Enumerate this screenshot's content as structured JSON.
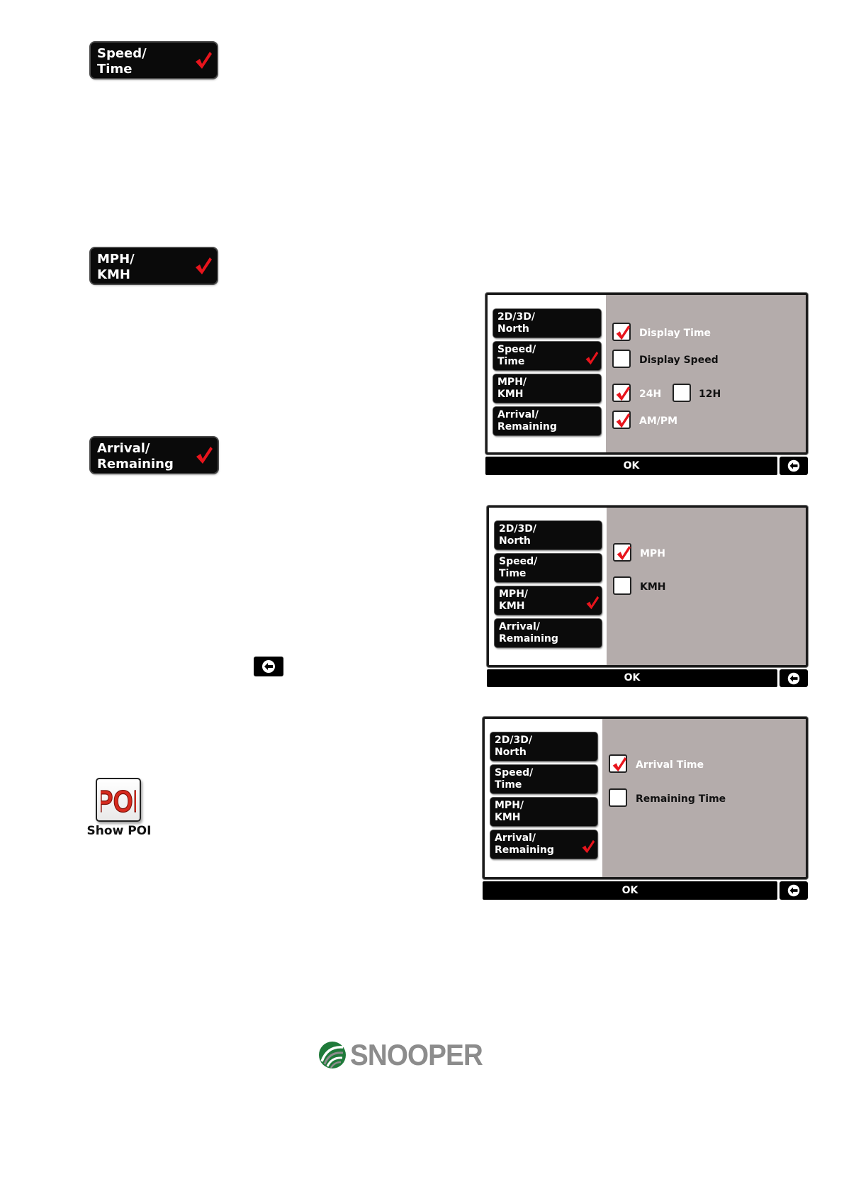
{
  "buttons": {
    "speed_time": [
      "Speed/",
      "Time"
    ],
    "mph_kmh": [
      "MPH/",
      "KMH"
    ],
    "arrival_remaining": [
      "Arrival/",
      "Remaining"
    ]
  },
  "menu": {
    "item_2d3d": [
      "2D/3D/",
      "North"
    ],
    "item_speed": [
      "Speed/",
      "Time"
    ],
    "item_mph": [
      "MPH/",
      "KMH"
    ],
    "item_arrival": [
      "Arrival/",
      "Remaining"
    ]
  },
  "screen_speed_time": {
    "options": {
      "display_time": {
        "label": "Display Time",
        "checked": true
      },
      "display_speed": {
        "label": "Display Speed",
        "checked": false
      },
      "h24": {
        "label": "24H",
        "checked": true
      },
      "h12": {
        "label": "12H",
        "checked": false
      },
      "ampm": {
        "label": "AM/PM",
        "checked": true
      }
    }
  },
  "screen_mph_kmh": {
    "options": {
      "mph": {
        "label": "MPH",
        "checked": true
      },
      "kmh": {
        "label": "KMH",
        "checked": false
      }
    }
  },
  "screen_arrival": {
    "options": {
      "arrival_time": {
        "label": "Arrival Time",
        "checked": true
      },
      "remaining_time": {
        "label": "Remaining Time",
        "checked": false
      }
    }
  },
  "common": {
    "ok_label": "OK"
  },
  "poi": {
    "icon_text": "POI",
    "label": "Show POI"
  },
  "brand": {
    "name": "SNOOPER"
  },
  "icons": {
    "tick": "red-tick-icon",
    "back": "back-arrow-icon",
    "poi": "poi-icon",
    "brand_logo": "snooper-logo-icon"
  },
  "colors": {
    "tick_red": "#e8141c",
    "panel_grey": "#b4acab",
    "poi_red": "#d72a1e"
  }
}
